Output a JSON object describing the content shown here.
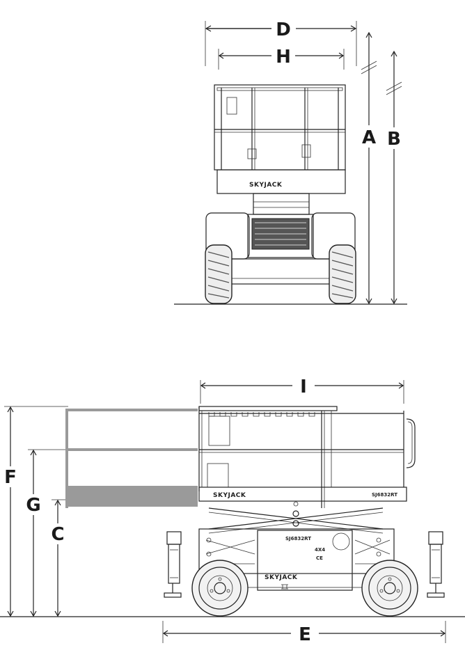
{
  "dimensions": {
    "A": "A",
    "B": "B",
    "C": "C",
    "D": "D",
    "E": "E",
    "F": "F",
    "G": "G",
    "H": "H",
    "I": "I"
  },
  "front_view": {
    "brand": "SKYJACK"
  },
  "side_view": {
    "brand_platform": "SKYJACK",
    "model_platform": "SJ6832RT",
    "model_chassis": "SJ6832RT",
    "drive": "4X4",
    "mark": "CE",
    "brand_chassis": "SKYJACK"
  }
}
